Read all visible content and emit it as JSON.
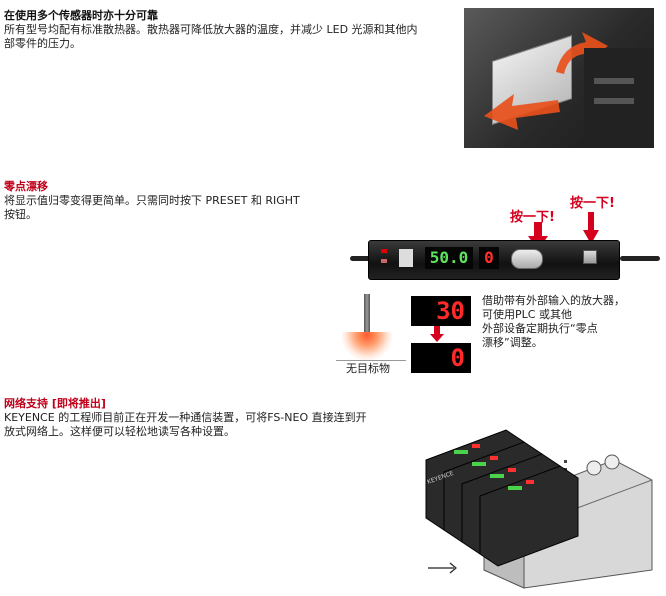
{
  "section1": {
    "heading": "在使用多个传感器时亦十分可靠",
    "body_line1": "所有型号均配有标准散热器。散热器可降低放大器的温度，并减少 LED 光源和其他内",
    "body_line2": "部零件的压力。"
  },
  "section2": {
    "heading": "零点漂移",
    "body_line1": "将显示值归零变得更简单。只需同时按下 PRESET 和 RIGHT",
    "body_line2": "按钮。",
    "press_label_left": "按一下!",
    "press_label_right": "按一下!",
    "amp_display_green": "50.0",
    "amp_display_red": "0",
    "display_before": "30",
    "display_after": "0",
    "no_target_label": "无目标物",
    "note_line1": "借助带有外部输入的放大器，",
    "note_line2": "可使用PLC 或其他",
    "note_line3": "外部设备定期执行“零点",
    "note_line4": "漂移”调整。"
  },
  "section3": {
    "heading": "网络支持 [即将推出]",
    "body_line1": "KEYENCE 的工程师目前正在开发一种通信装置，可将FS-NEO 直接连到开",
    "body_line2": "放式网络上。这样便可以轻松地读写各种设置。",
    "brand_on_unit": "KEYENCE"
  },
  "colors": {
    "heading_red": "#c0001a",
    "press_red": "#d4001e",
    "display_green": "#5fe35f",
    "display_red": "#ff2a2a",
    "arrow_orange": "#e8501c"
  }
}
